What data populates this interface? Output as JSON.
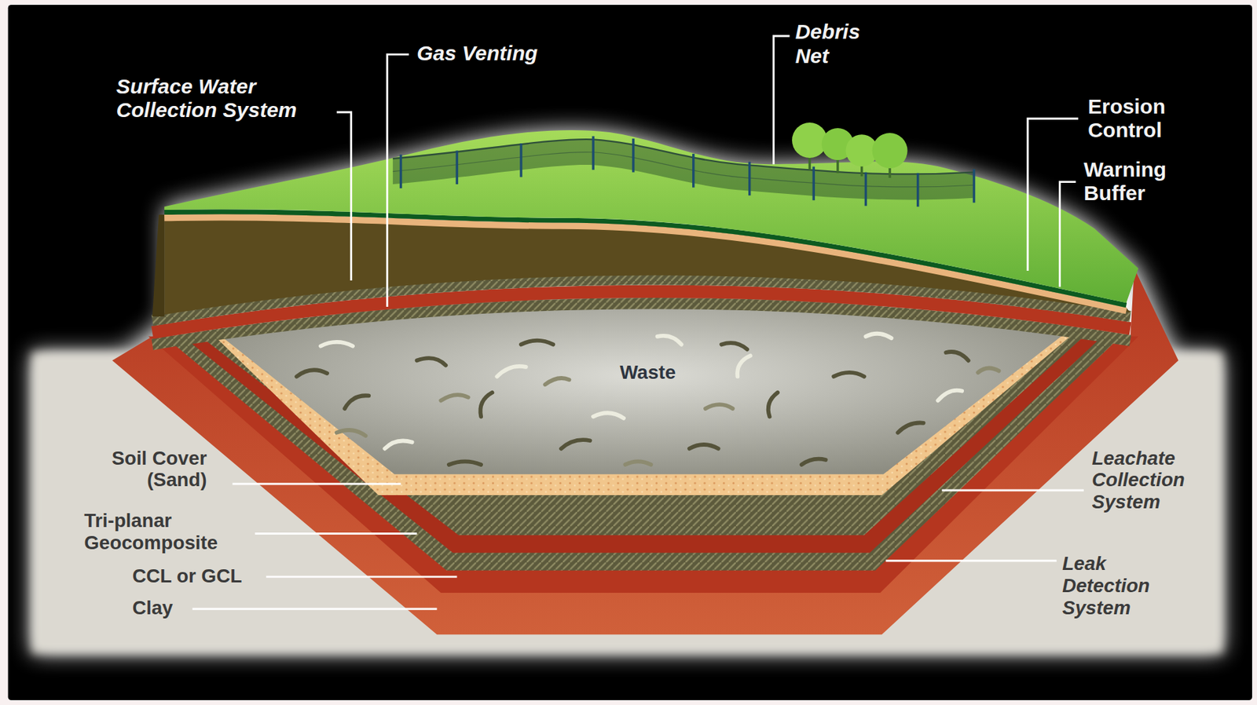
{
  "diagram": {
    "nodes": [
      {
        "text": [
          "Waste"
        ]
      }
    ],
    "labels": [
      "Surface Water Collection System",
      "Gas Venting",
      "Debris Net",
      "Erosion Control",
      "Warning Buffer",
      "Soil Cover (Sand)",
      "Tri-planar Geocomposite",
      "CCL or GCL",
      "Clay",
      "Leachate Collection System",
      "Leak Detection System"
    ]
  }
}
